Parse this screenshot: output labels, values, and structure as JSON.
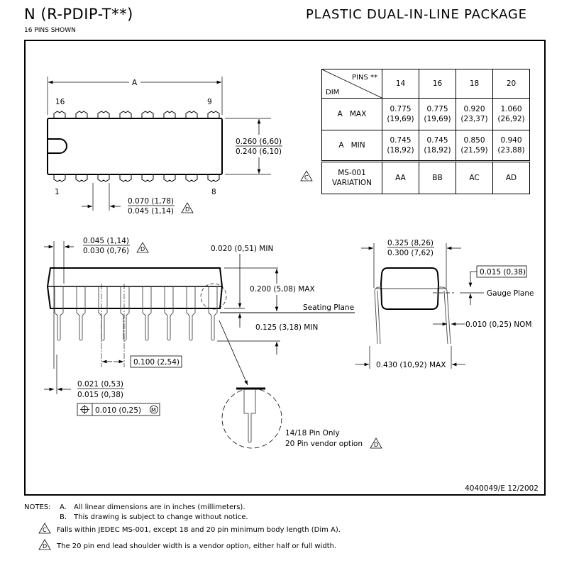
{
  "header": {
    "package_code": "N (R-PDIP-T**)",
    "pins_shown": "16 PINS SHOWN",
    "package_name": "PLASTIC DUAL-IN-LINE PACKAGE"
  },
  "top_view": {
    "dim_label_a": "A",
    "pin_label_16": "16",
    "pin_label_9": "9",
    "pin_label_1": "1",
    "pin_label_8": "8",
    "width_max": "0.260 (6,60)",
    "width_min": "0.240 (6,10)",
    "shoulder_max": "0.070 (1,78)",
    "shoulder_min": "0.045 (1,14)",
    "note_flag_d": "D",
    "note_flag_c": "C"
  },
  "dim_table": {
    "corner_pins": "PINS **",
    "corner_dim": "DIM",
    "pin_counts": [
      "14",
      "16",
      "18",
      "20"
    ],
    "rows": [
      {
        "label": "A   MAX",
        "values": [
          [
            "0.775",
            "(19,69)"
          ],
          [
            "0.775",
            "(19,69)"
          ],
          [
            "0.920",
            "(23,37)"
          ],
          [
            "1.060",
            "(26,92)"
          ]
        ]
      },
      {
        "label": "A   MIN",
        "values": [
          [
            "0.745",
            "(18,92)"
          ],
          [
            "0.745",
            "(18,92)"
          ],
          [
            "0.850",
            "(21,59)"
          ],
          [
            "0.940",
            "(23,88)"
          ]
        ]
      }
    ],
    "variation_label_1": "MS-001",
    "variation_label_2": "VARIATION",
    "variations": [
      "AA",
      "BB",
      "AC",
      "AD"
    ]
  },
  "side_view": {
    "end_lead_max": "0.045 (1,14)",
    "end_lead_min": "0.030 (0,76)",
    "standoff": "0.020 (0,51) MIN",
    "height_max": "0.200 (5,08) MAX",
    "seating_plane": "Seating Plane",
    "lead_length": "0.125 (3,18) MIN",
    "pitch": "0.100 (2,54)",
    "lead_width_max": "0.021 (0,53)",
    "lead_width_min": "0.015 (0,38)",
    "position_tol": "0.010 (0,25)",
    "mmc_symbol": "M",
    "detail_line1": "14/18 Pin Only",
    "detail_line2": "20 Pin vendor option"
  },
  "end_view": {
    "row_max": "0.325 (8,26)",
    "row_min": "0.300 (7,62)",
    "gauge_offset": "0.015 (0,38)",
    "gauge_plane": "Gauge Plane",
    "lead_thickness": "0.010 (0,25) NOM",
    "overall_max": "0.430 (10,92) MAX"
  },
  "drawing_id": "4040049/E  12/2002",
  "notes": {
    "heading": "NOTES:",
    "items": [
      {
        "marker": "A.",
        "text": "All linear dimensions are in inches (millimeters)."
      },
      {
        "marker": "B.",
        "text": "This drawing is subject to change without notice."
      },
      {
        "marker": "C",
        "text": "Falls within JEDEC MS-001, except 18 and 20 pin minimum body length (Dim A)."
      },
      {
        "marker": "D",
        "text": "The 20 pin end lead shoulder width is a vendor option, either half or full width."
      }
    ]
  }
}
